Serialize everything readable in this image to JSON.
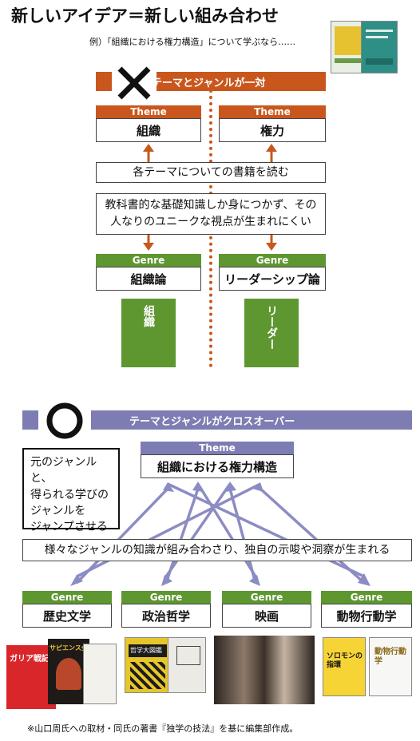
{
  "title": "新しいアイデア＝新しい組み合わせ",
  "example": "例）「組織における権力構造」について学ぶなら……",
  "colors": {
    "orange": "#c9571d",
    "green": "#5e9630",
    "purple": "#7d7db4",
    "line_purple": "#8c8cc4"
  },
  "section_bad": {
    "mark": "×",
    "banner": "テーマとジャンルが一対",
    "themes": [
      {
        "label": "Theme",
        "value": "組織"
      },
      {
        "label": "Theme",
        "value": "権力"
      }
    ],
    "read_box": "各テーマについての書籍を読む",
    "result_lines": [
      "教科書的な基礎知識しか身につかず、その",
      "人なりのユニークな視点が生まれにくい"
    ],
    "genres": [
      {
        "label": "Genre",
        "value": "組織論"
      },
      {
        "label": "Genre",
        "value": "リーダーシップ論"
      }
    ],
    "books": [
      "組織",
      "リーダー"
    ]
  },
  "section_good": {
    "mark": "○",
    "banner": "テーマとジャンルがクロスオーバー",
    "theme": {
      "label": "Theme",
      "value": "組織における権力構造"
    },
    "side_note_lines": [
      "元のジャンルと、",
      "得られる学びの",
      "ジャンルを",
      "ジャンプさせる"
    ],
    "combine_box": "様々なジャンルの知識が組み合わさり、独自の示唆や洞察が生まれる",
    "genres": [
      {
        "label": "Genre",
        "value": "歴史文学"
      },
      {
        "label": "Genre",
        "value": "政治哲学"
      },
      {
        "label": "Genre",
        "value": "映画"
      },
      {
        "label": "Genre",
        "value": "動物行動学"
      }
    ],
    "cover_texts": [
      "ガリア戦記",
      "サピエンス全史",
      "哲学大図鑑",
      "ソロモンの指環",
      "動物行動学"
    ]
  },
  "note": "※山口周氏への取材・同氏の著書『独学の技法』を基に編集部作成。"
}
